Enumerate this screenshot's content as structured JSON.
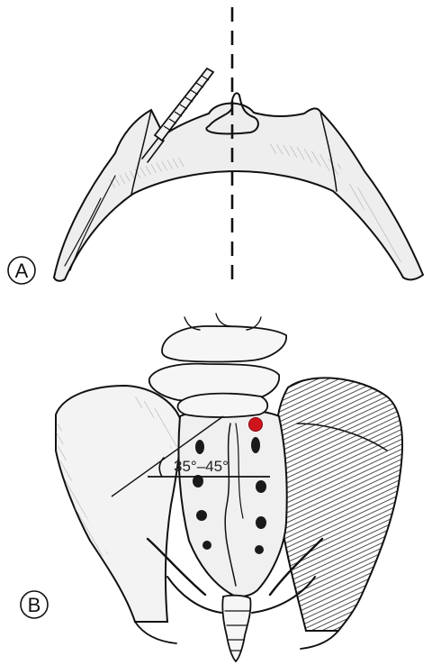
{
  "panels": {
    "a": {
      "label": "A"
    },
    "b": {
      "label": "B",
      "angle_label": "35°–45°"
    }
  },
  "colors": {
    "ink": "#111111",
    "bone_fill": "#ececec",
    "shading": "#8a8a8a",
    "marker": "#d0141c"
  }
}
